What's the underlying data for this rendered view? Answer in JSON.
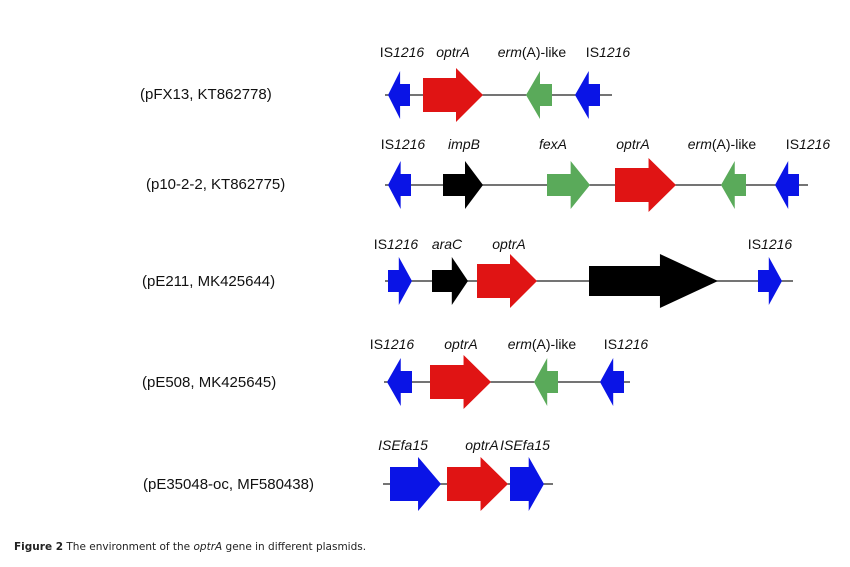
{
  "colors": {
    "is_element": "#0a14e6",
    "optrA": "#e01414",
    "resistance_green": "#5aaa5a",
    "other_gene": "#000000",
    "backbone": "#222222"
  },
  "caption": {
    "figure_number": "Figure 2",
    "text_before": " The environment of the ",
    "gene": "optrA",
    "text_after": " gene in different plasmids."
  },
  "plasmids": [
    {
      "name": "pFX13",
      "accession": "KT862778",
      "label": "(pFX13, KT862778)",
      "genes": [
        {
          "label_parts": [
            {
              "t": "IS",
              "i": false
            },
            {
              "t": "1216",
              "i": true
            }
          ],
          "type": "is_element",
          "direction": "left"
        },
        {
          "label_parts": [
            {
              "t": "optrA",
              "i": true
            }
          ],
          "type": "optrA",
          "direction": "right"
        },
        {
          "label_parts": [
            {
              "t": "erm",
              "i": true
            },
            {
              "t": "(A)-like",
              "i": false
            }
          ],
          "type": "resistance_green",
          "direction": "left"
        },
        {
          "label_parts": [
            {
              "t": "IS",
              "i": false
            },
            {
              "t": "1216",
              "i": true
            }
          ],
          "type": "is_element",
          "direction": "left"
        }
      ]
    },
    {
      "name": "p10-2-2",
      "accession": "KT862775",
      "label": "(p10-2-2, KT862775)",
      "genes": [
        {
          "label_parts": [
            {
              "t": "IS",
              "i": false
            },
            {
              "t": "1216",
              "i": true
            }
          ],
          "type": "is_element",
          "direction": "left"
        },
        {
          "label_parts": [
            {
              "t": "impB",
              "i": true
            }
          ],
          "type": "other_gene",
          "direction": "right"
        },
        {
          "label_parts": [
            {
              "t": "fexA",
              "i": true
            }
          ],
          "type": "resistance_green",
          "direction": "right"
        },
        {
          "label_parts": [
            {
              "t": "optrA",
              "i": true
            }
          ],
          "type": "optrA",
          "direction": "right"
        },
        {
          "label_parts": [
            {
              "t": "erm",
              "i": true
            },
            {
              "t": "(A)-like",
              "i": false
            }
          ],
          "type": "resistance_green",
          "direction": "left"
        },
        {
          "label_parts": [
            {
              "t": "IS",
              "i": false
            },
            {
              "t": "1216",
              "i": true
            }
          ],
          "type": "is_element",
          "direction": "left"
        }
      ]
    },
    {
      "name": "pE211",
      "accession": "MK425644",
      "label": "(pE211, MK425644)",
      "genes": [
        {
          "label_parts": [
            {
              "t": "IS",
              "i": false
            },
            {
              "t": "1216",
              "i": true
            }
          ],
          "type": "is_element",
          "direction": "right"
        },
        {
          "label_parts": [
            {
              "t": "araC",
              "i": true
            }
          ],
          "type": "other_gene",
          "direction": "right"
        },
        {
          "label_parts": [
            {
              "t": "optrA",
              "i": true
            }
          ],
          "type": "optrA",
          "direction": "right"
        },
        {
          "label_parts": [],
          "type": "other_gene",
          "direction": "right"
        },
        {
          "label_parts": [
            {
              "t": "IS",
              "i": false
            },
            {
              "t": "1216",
              "i": true
            }
          ],
          "type": "is_element",
          "direction": "right"
        }
      ]
    },
    {
      "name": "pE508",
      "accession": "MK425645",
      "label": "(pE508, MK425645)",
      "genes": [
        {
          "label_parts": [
            {
              "t": "IS",
              "i": false
            },
            {
              "t": "1216",
              "i": true
            }
          ],
          "type": "is_element",
          "direction": "left"
        },
        {
          "label_parts": [
            {
              "t": "optrA",
              "i": true
            }
          ],
          "type": "optrA",
          "direction": "right"
        },
        {
          "label_parts": [
            {
              "t": "erm",
              "i": true
            },
            {
              "t": "(A)-like",
              "i": false
            }
          ],
          "type": "resistance_green",
          "direction": "left"
        },
        {
          "label_parts": [
            {
              "t": "IS",
              "i": false
            },
            {
              "t": "1216",
              "i": true
            }
          ],
          "type": "is_element",
          "direction": "left"
        }
      ]
    },
    {
      "name": "pE35048-oc",
      "accession": "MF580438",
      "label": "(pE35048-oc, MF580438)",
      "genes": [
        {
          "label_parts": [
            {
              "t": "ISEfa15",
              "i": true
            }
          ],
          "type": "is_element",
          "direction": "right"
        },
        {
          "label_parts": [
            {
              "t": "optrA",
              "i": true
            }
          ],
          "type": "optrA",
          "direction": "right"
        },
        {
          "label_parts": [
            {
              "t": "ISEfa15",
              "i": true
            }
          ],
          "type": "is_element",
          "direction": "right"
        }
      ]
    }
  ]
}
